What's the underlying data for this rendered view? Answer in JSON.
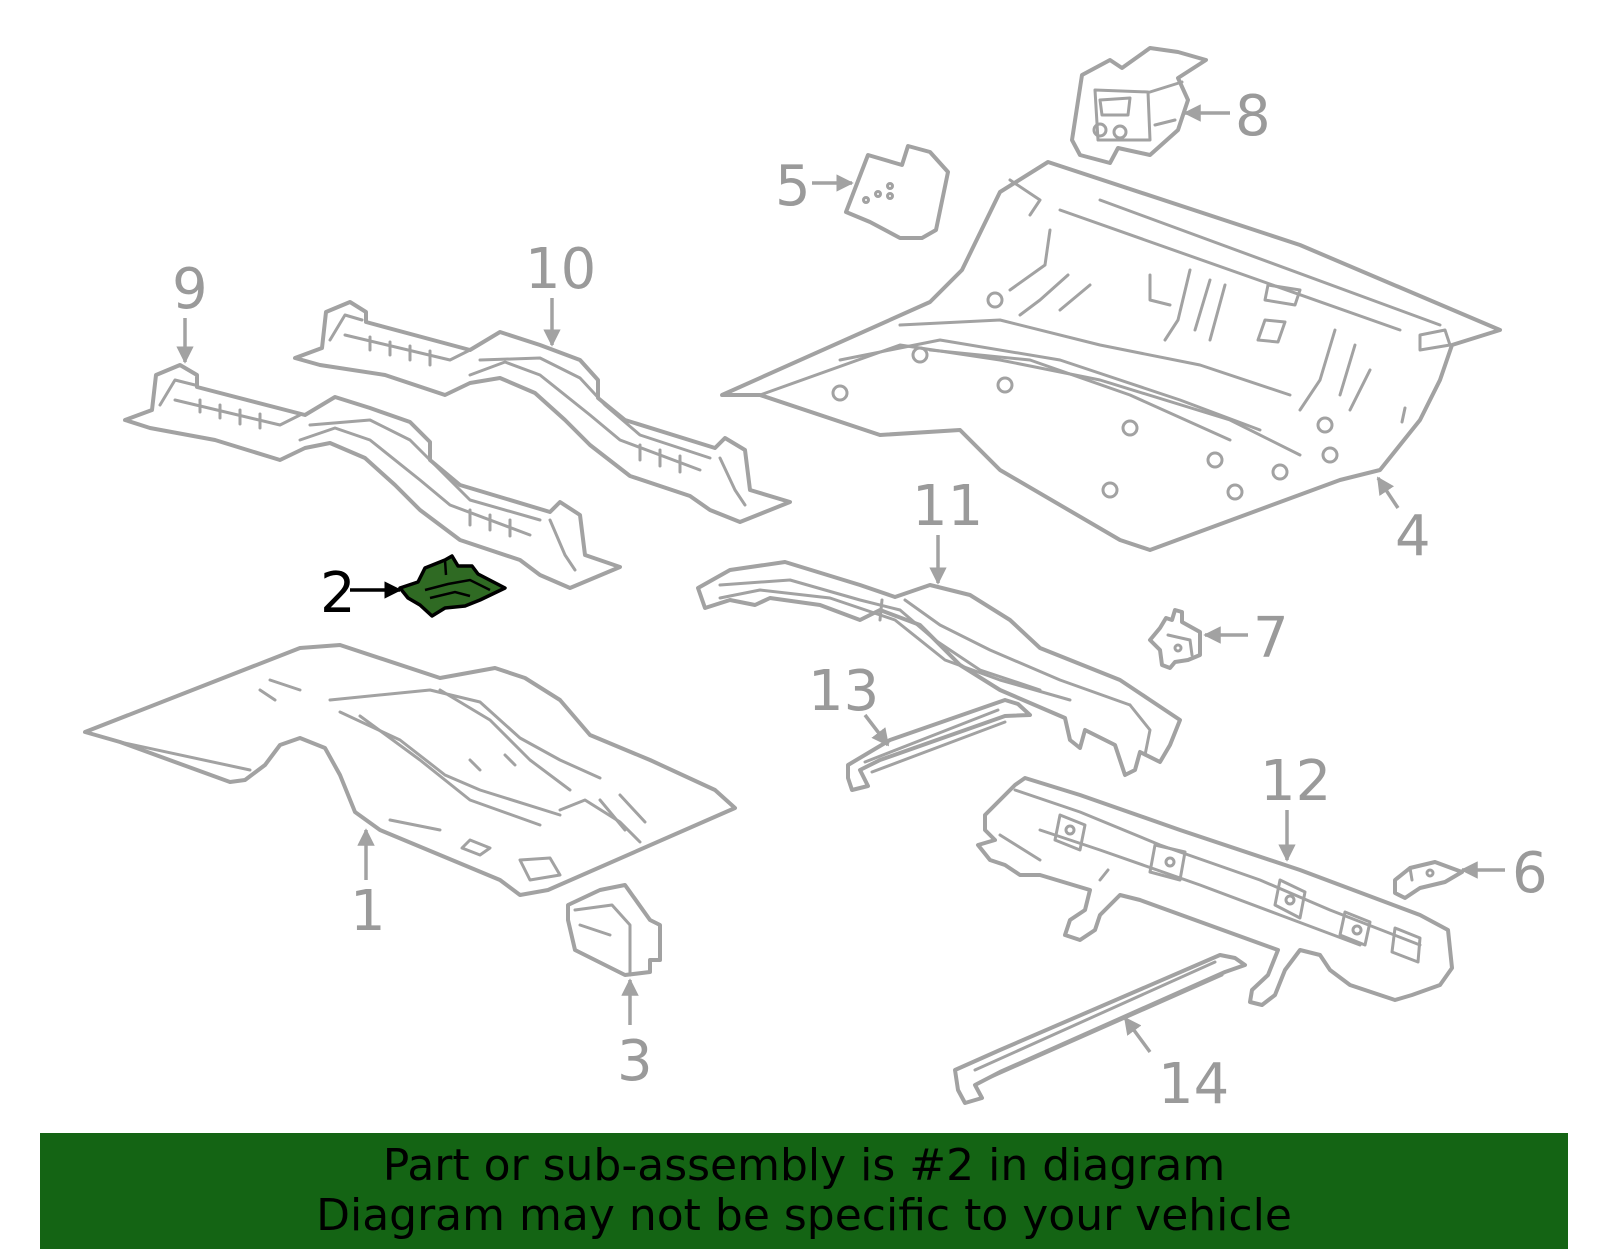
{
  "diagram": {
    "highlight_color": "#2f6a23",
    "line_color": "#a2a2a2",
    "callouts": [
      {
        "id": "1",
        "label": "1"
      },
      {
        "id": "2",
        "label": "2",
        "highlighted": true
      },
      {
        "id": "3",
        "label": "3"
      },
      {
        "id": "4",
        "label": "4"
      },
      {
        "id": "5",
        "label": "5"
      },
      {
        "id": "6",
        "label": "6"
      },
      {
        "id": "7",
        "label": "7"
      },
      {
        "id": "8",
        "label": "8"
      },
      {
        "id": "9",
        "label": "9"
      },
      {
        "id": "10",
        "label": "10"
      },
      {
        "id": "11",
        "label": "11"
      },
      {
        "id": "12",
        "label": "12"
      },
      {
        "id": "13",
        "label": "13"
      },
      {
        "id": "14",
        "label": "14"
      }
    ]
  },
  "banner": {
    "background": "#146414",
    "line1": "Part or sub-assembly is #2 in diagram",
    "line2": "Diagram may not be specific to your vehicle"
  }
}
